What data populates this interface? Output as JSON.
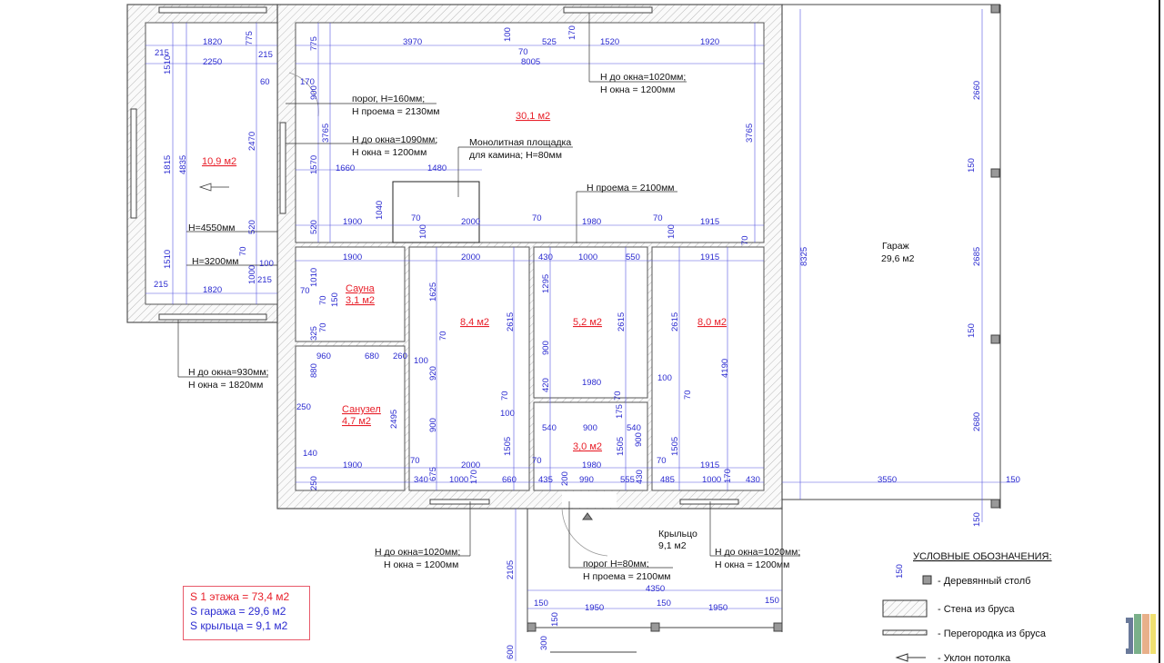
{
  "rooms": {
    "veranda_area": "10,9 м2",
    "living_area": "30,1 м2",
    "sauna_name": "Сауна",
    "sauna_area": "3,1 м2",
    "bath_name": "Санузел",
    "bath_area": "4,7 м2",
    "room_a_area": "8,4 м2",
    "room_b_area": "5,2 м2",
    "room_c_area": "8,0 м2",
    "hall_area": "3,0 м2",
    "garage_name": "Гараж",
    "garage_area": "29,6 м2",
    "porch_name": "Крыльцо",
    "porch_area": "9,1 м2"
  },
  "notes": [
    "Н до окна=1020мм;",
    "Н окна = 1200мм",
    "порог, Н=160мм;",
    "Н проема = 2130мм",
    "Н до окна=1090мм;",
    "Н окна = 1200мм",
    "Монолитная площадка",
    "для камина; Н=80мм",
    "Н проема = 2100мм",
    "Н=4550мм",
    "Н=3200мм",
    "Н до окна=930мм;",
    "Н окна = 1820мм",
    "Н до окна=1020мм;",
    "Н окна = 1200мм",
    "Н до окна=1020мм;",
    "Н окна = 1200мм",
    "порог Н=80мм;",
    "Н проема = 2100мм"
  ],
  "dimensions": [
    "1820",
    "215",
    "775",
    "215",
    "2250",
    "1510",
    "60",
    "170",
    "2470",
    "1815",
    "4835",
    "520",
    "70",
    "100",
    "1510",
    "1000",
    "215",
    "215",
    "1820",
    "775",
    "3970",
    "100",
    "70",
    "525",
    "170",
    "8005",
    "1520",
    "1920",
    "900",
    "3765",
    "3765",
    "1570",
    "1660",
    "1480",
    "1040",
    "70",
    "1900",
    "2000",
    "70",
    "1980",
    "70",
    "1915",
    "520",
    "100",
    "100",
    "70",
    "1900",
    "2000",
    "430",
    "1000",
    "550",
    "1915",
    "1010",
    "70",
    "70",
    "150",
    "325",
    "70",
    "1625",
    "1295",
    "2615",
    "2615",
    "2615",
    "70",
    "900",
    "960",
    "680",
    "260",
    "100",
    "880",
    "920",
    "1980",
    "100",
    "4190",
    "420",
    "70",
    "70",
    "70",
    "250",
    "2495",
    "100",
    "540",
    "900",
    "540",
    "175",
    "900",
    "900",
    "1505",
    "1505",
    "1505",
    "140",
    "70",
    "70",
    "70",
    "1900",
    "2000",
    "1980",
    "1915",
    "340",
    "675",
    "1000",
    "170",
    "660",
    "435",
    "200",
    "990",
    "555",
    "430",
    "485",
    "1000",
    "170",
    "430",
    "250",
    "2660",
    "150",
    "8325",
    "2685",
    "150",
    "2680",
    "3550",
    "150",
    "150",
    "2105",
    "4350",
    "150",
    "1950",
    "150",
    "1950",
    "150",
    "150",
    "600",
    "300"
  ],
  "summary": {
    "floor1": "S 1 этажа = 73,4 м2",
    "garage": "S гаража = 29,6 м2",
    "porch": "S крыльца = 9,1 м2"
  },
  "legend": {
    "title": "УСЛОВНЫЕ ОБОЗНАЧЕНИЯ:",
    "post_size": "150",
    "post": "- Деревянный столб",
    "wall": "- Стена из бруса",
    "partition": "- Перегородка из бруса",
    "slope": "- Уклон потолка"
  },
  "colors": {
    "dimension": "#2b2bd0",
    "room_label": "#e8202a",
    "wall": "#555555"
  }
}
